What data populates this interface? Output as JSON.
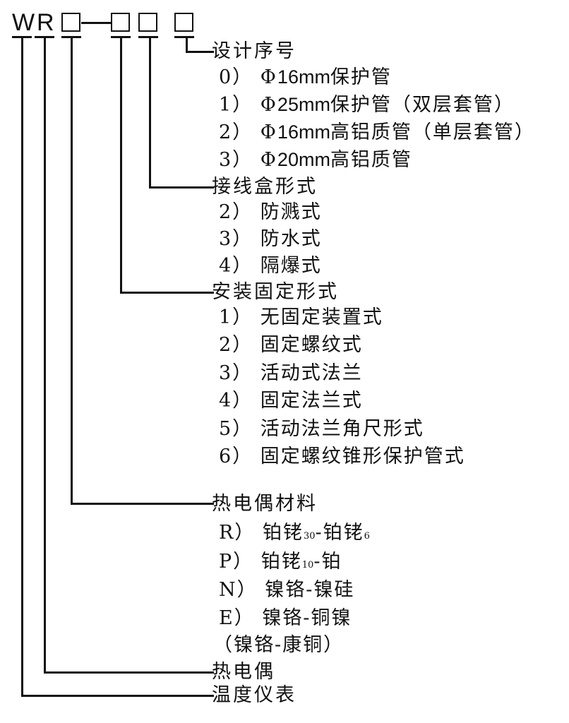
{
  "model_code": {
    "letters": [
      "W",
      "R"
    ],
    "separator": "—",
    "boxes": 4
  },
  "sections": {
    "design_serial": {
      "title": "设计序号",
      "items": [
        {
          "key": "0）",
          "phi": "Φ",
          "size": "16mm",
          "text": "保护管"
        },
        {
          "key": "1）",
          "phi": "Φ",
          "size": "25mm",
          "text": "保护管（双层套管）"
        },
        {
          "key": "2）",
          "phi": "Φ",
          "size": "16mm",
          "text": "高铝质管（单层套管）"
        },
        {
          "key": "3）",
          "phi": "Φ",
          "size": "20mm",
          "text": "高铝质管"
        }
      ]
    },
    "junction_box": {
      "title": "接线盒形式",
      "items": [
        {
          "key": "2）",
          "text": "防溅式"
        },
        {
          "key": "3）",
          "text": "防水式"
        },
        {
          "key": "4）",
          "text": "隔爆式"
        }
      ]
    },
    "mounting": {
      "title": "安装固定形式",
      "items": [
        {
          "key": "1）",
          "text": "无固定装置式"
        },
        {
          "key": "2）",
          "text": "固定螺纹式"
        },
        {
          "key": "3）",
          "text": "活动式法兰"
        },
        {
          "key": "4）",
          "text": "固定法兰式"
        },
        {
          "key": "5）",
          "text": "活动法兰角尺形式"
        },
        {
          "key": "6）",
          "text": "固定螺纹锥形保护管式"
        }
      ]
    },
    "material": {
      "title": "热电偶材料",
      "items": [
        {
          "key": "R）",
          "a": "铂铑",
          "a_sub": "30",
          "dash": "-",
          "b": "铂铑",
          "b_sub": "6"
        },
        {
          "key": "P）",
          "a": "铂铑",
          "a_sub": "10",
          "dash": "-",
          "b": "铂",
          "b_sub": ""
        },
        {
          "key": "N）",
          "text": "镍铬-镍硅"
        },
        {
          "key": "E）",
          "text": "镍铬-铜镍"
        }
      ],
      "note": "（镍铬-康铜）"
    },
    "thermocouple": {
      "title": "热电偶"
    },
    "instrument": {
      "title": "温度仪表"
    }
  }
}
